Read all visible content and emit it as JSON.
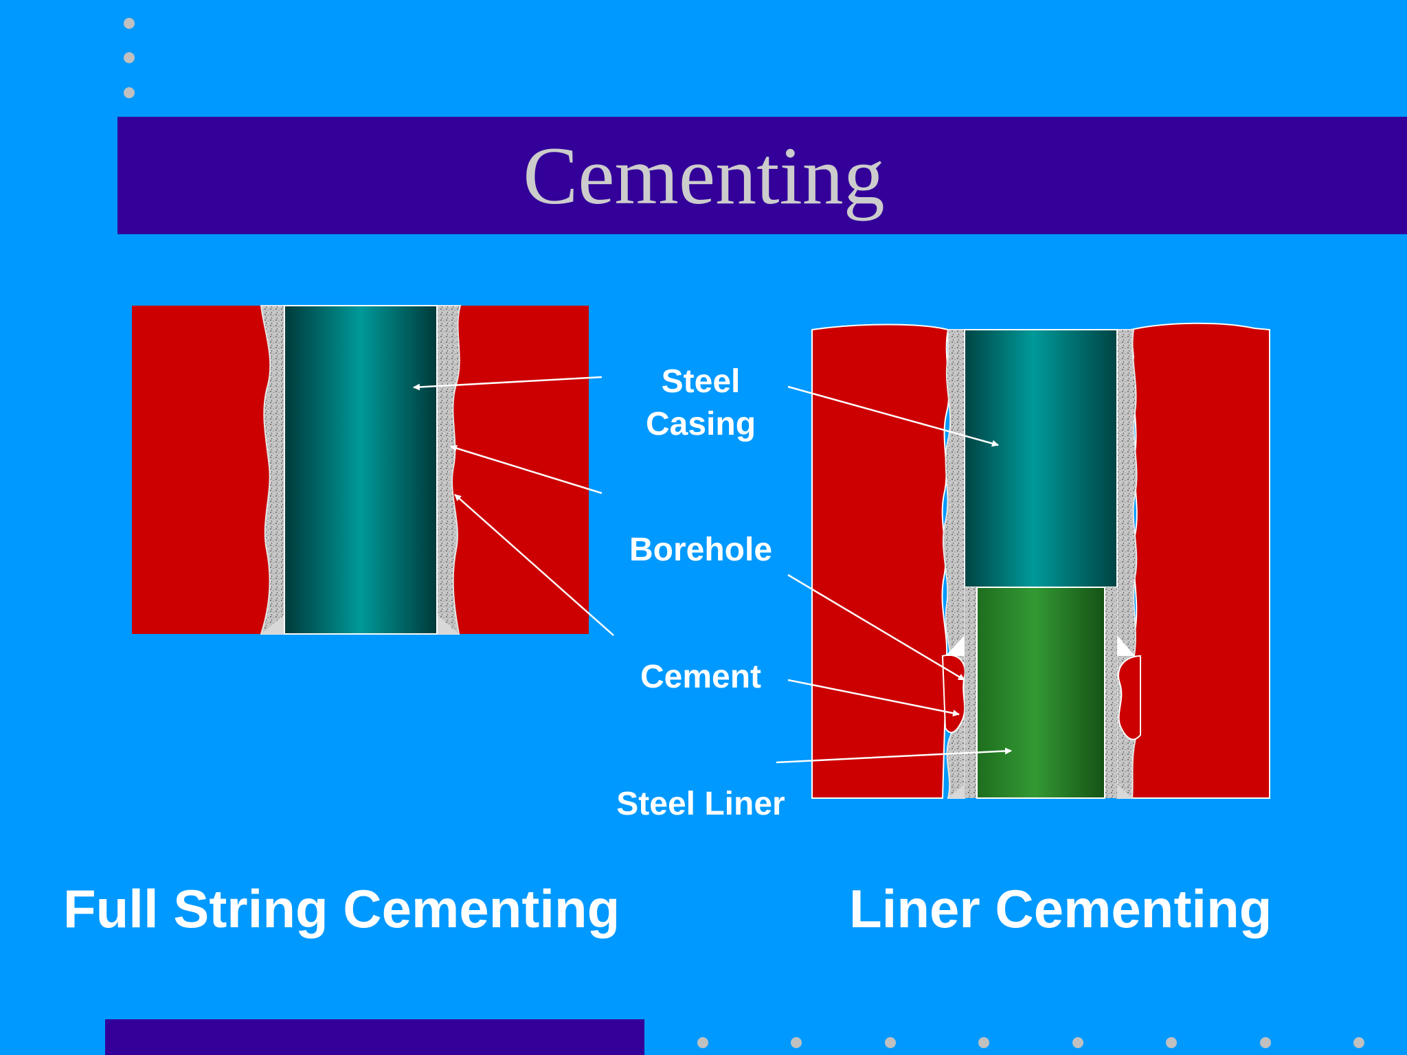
{
  "title": "Cementing",
  "labels": {
    "steel_casing": "Steel\nCasing",
    "borehole": "Borehole",
    "cement": "Cement",
    "steel_liner": "Steel Liner"
  },
  "captions": {
    "full_string": "Full String Cementing",
    "liner": "Liner Cementing"
  },
  "colors": {
    "background": "#0099ff",
    "band": "#330099",
    "title_text": "#cccccc",
    "formation": "#cc0000",
    "casing": "#009999",
    "liner": "#339933",
    "cement": "#bfbfbf",
    "labels": "#ffffff"
  }
}
